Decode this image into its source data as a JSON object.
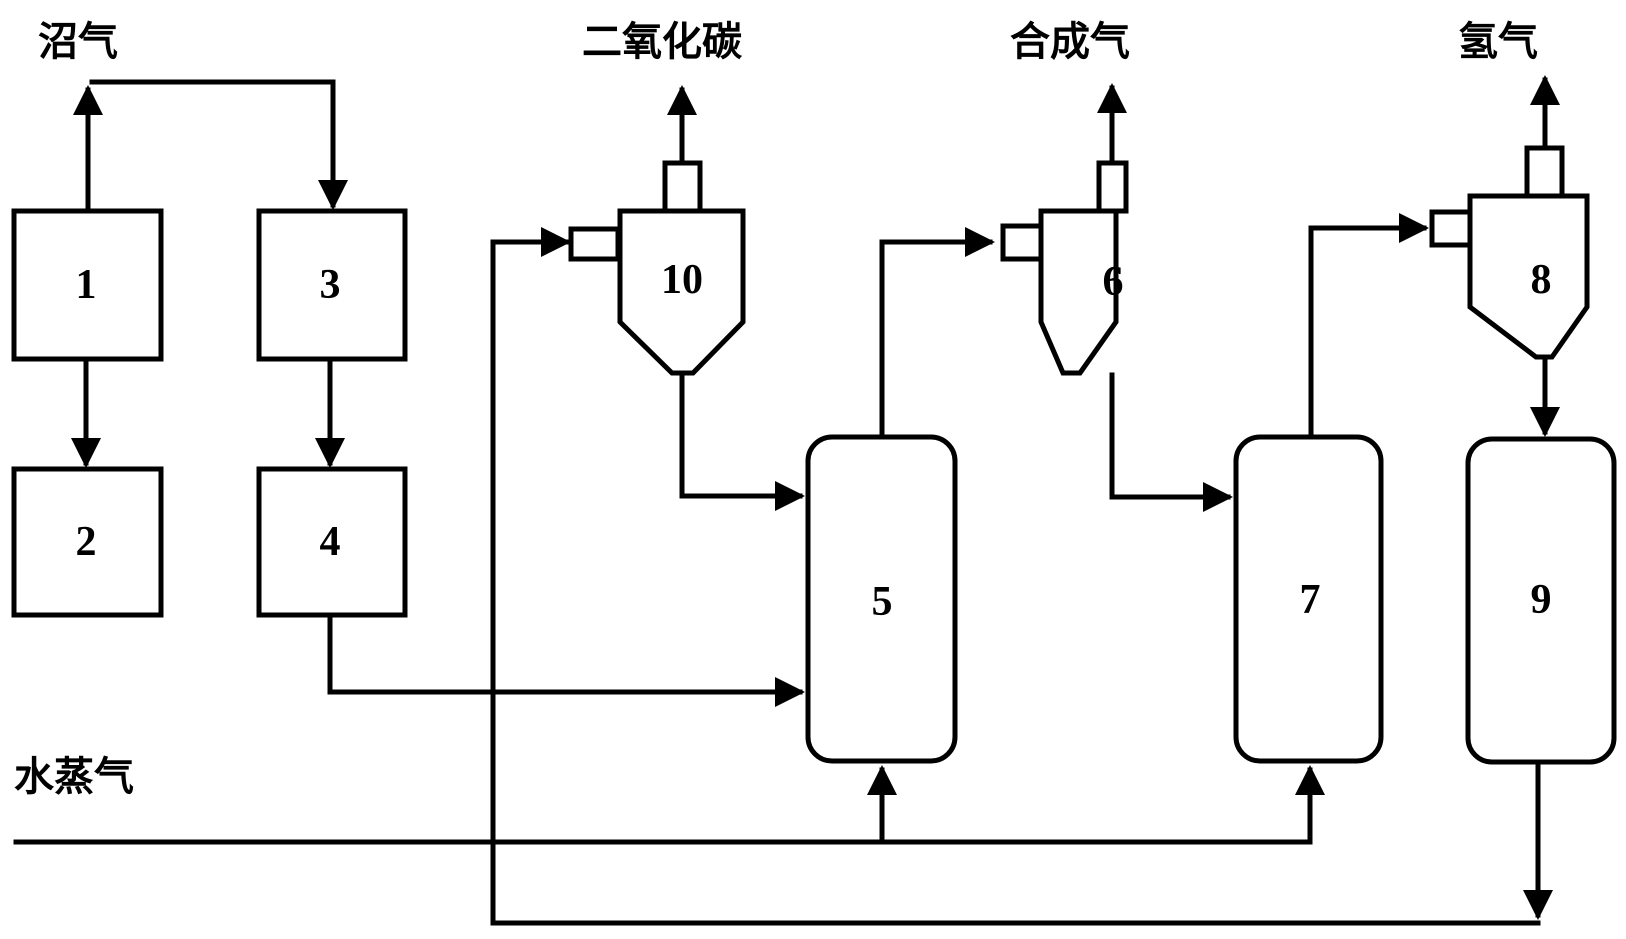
{
  "diagram": {
    "labels": {
      "biogas": "沼气",
      "co2": "二氧化碳",
      "syngas": "合成气",
      "hydrogen": "氢气",
      "steam": "水蒸气"
    },
    "units": {
      "u1": "1",
      "u2": "2",
      "u3": "3",
      "u4": "4",
      "u5": "5",
      "u6": "6",
      "u7": "7",
      "u8": "8",
      "u9": "9",
      "u10": "10"
    },
    "colors": {
      "stroke": "#000000",
      "background": "#ffffff"
    }
  }
}
